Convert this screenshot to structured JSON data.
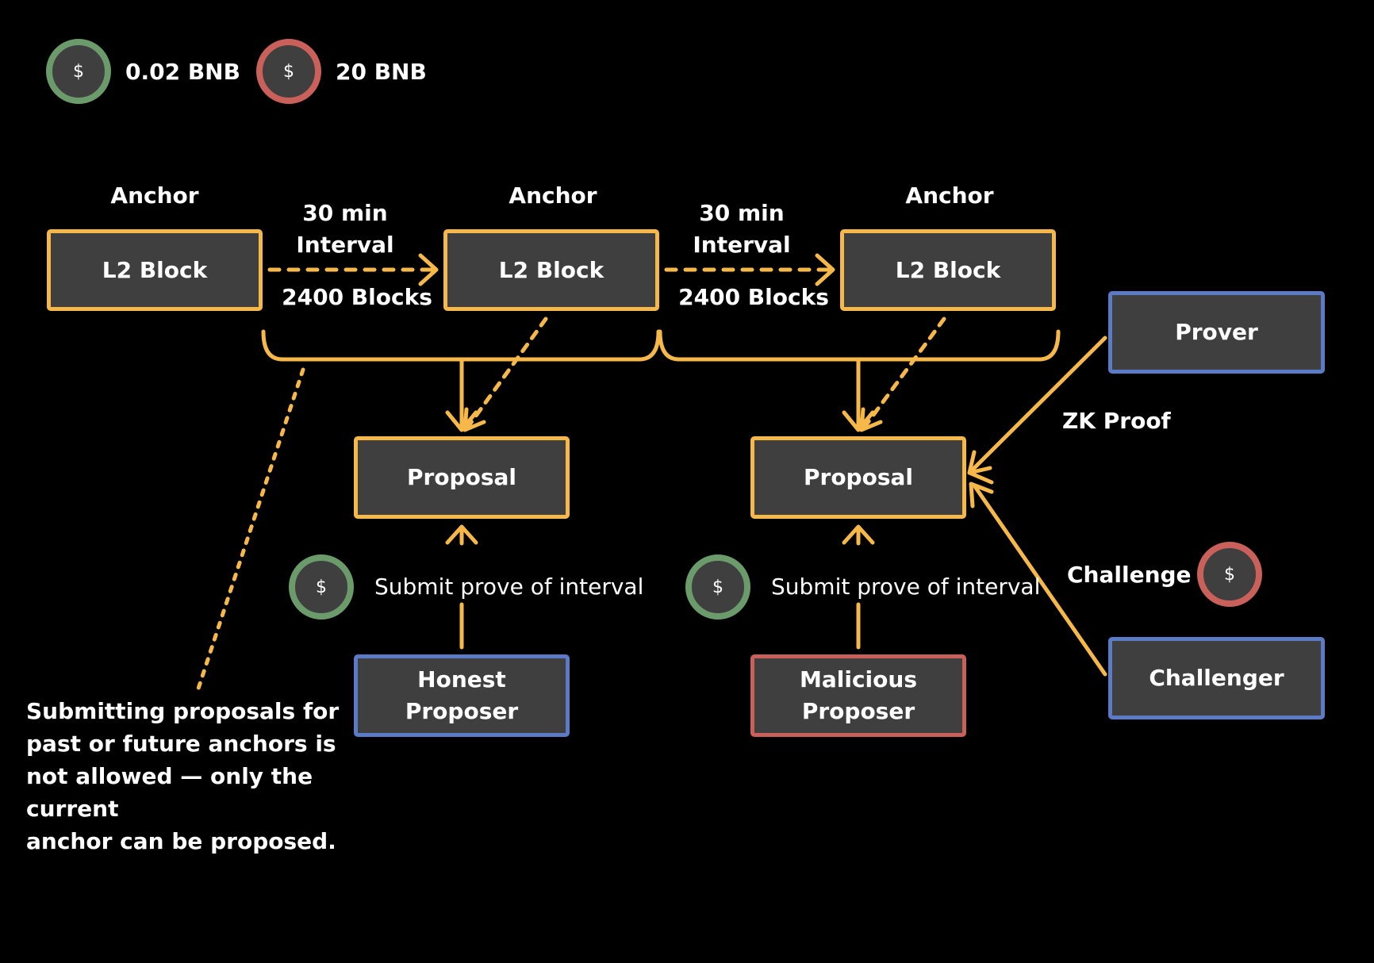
{
  "legend": {
    "small_stake": "0.02 BNB",
    "large_stake": "20 BNB",
    "coin_symbol": "$",
    "small_stake_color": "#6b9a6b",
    "large_stake_color": "#c9605a"
  },
  "anchors": [
    {
      "caption": "Anchor",
      "block": "L2 Block"
    },
    {
      "caption": "Anchor",
      "block": "L2 Block"
    },
    {
      "caption": "Anchor",
      "block": "L2 Block"
    }
  ],
  "intervals": [
    {
      "duration": "30 min\nInterval",
      "blocks": "2400 Blocks"
    },
    {
      "duration": "30 min\nInterval",
      "blocks": "2400 Blocks"
    }
  ],
  "proposals": [
    {
      "label": "Proposal",
      "action": "Submit prove of interval",
      "proposer": "Honest\nProposer"
    },
    {
      "label": "Proposal",
      "action": "Submit prove of interval",
      "proposer": "Malicious\nProposer"
    }
  ],
  "prover": {
    "label": "Prover",
    "proof_label": "ZK Proof"
  },
  "challenger": {
    "label": "Challenger",
    "challenge_label": "Challenge"
  },
  "note": "Submitting proposals for\npast or future anchors is\nnot allowed — only the current\nanchor can be proposed.",
  "colors": {
    "accent": "#f7b84a",
    "honest": "#5b7bc6",
    "malicious": "#c9605a",
    "box_fill": "#3f3f3f",
    "background": "#000000"
  }
}
